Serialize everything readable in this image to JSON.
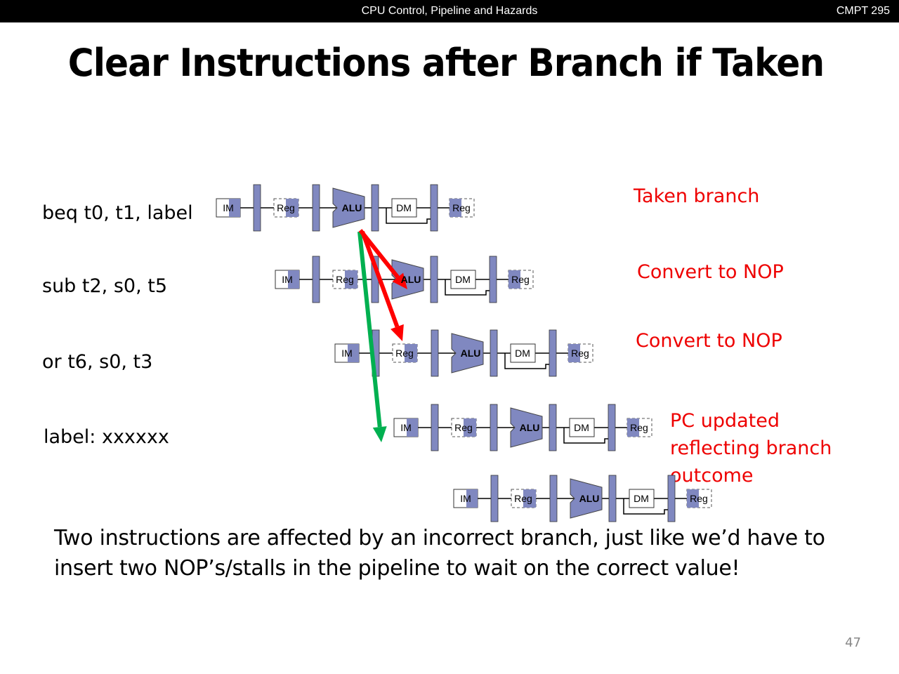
{
  "header": {
    "title": "CPU Control, Pipeline and Hazards",
    "course": "CMPT 295"
  },
  "slide": {
    "title": "Clear Instructions after Branch if Taken",
    "page_number": "47"
  },
  "instructions": [
    "beq t0, t1, label",
    "sub t2, s0, t5",
    "or t6, s0, t3",
    "label: xxxxxx"
  ],
  "notes": [
    "Taken branch",
    "Convert to NOP",
    "Convert to NOP",
    "PC updated reflecting branch outcome"
  ],
  "stage_labels": {
    "im": "IM",
    "reg": "Reg",
    "alu": "ALU",
    "dm": "DM"
  },
  "pipeline_rows": 5,
  "colors": {
    "stage": "#8088c0",
    "red_arrow": "#ff0000",
    "green_arrow": "#00b050",
    "note": "#e00000"
  },
  "body_text": "Two instructions are affected by an incorrect branch, just like we’d have to insert two NOP’s/stalls in the pipeline to wait on the correct value!"
}
